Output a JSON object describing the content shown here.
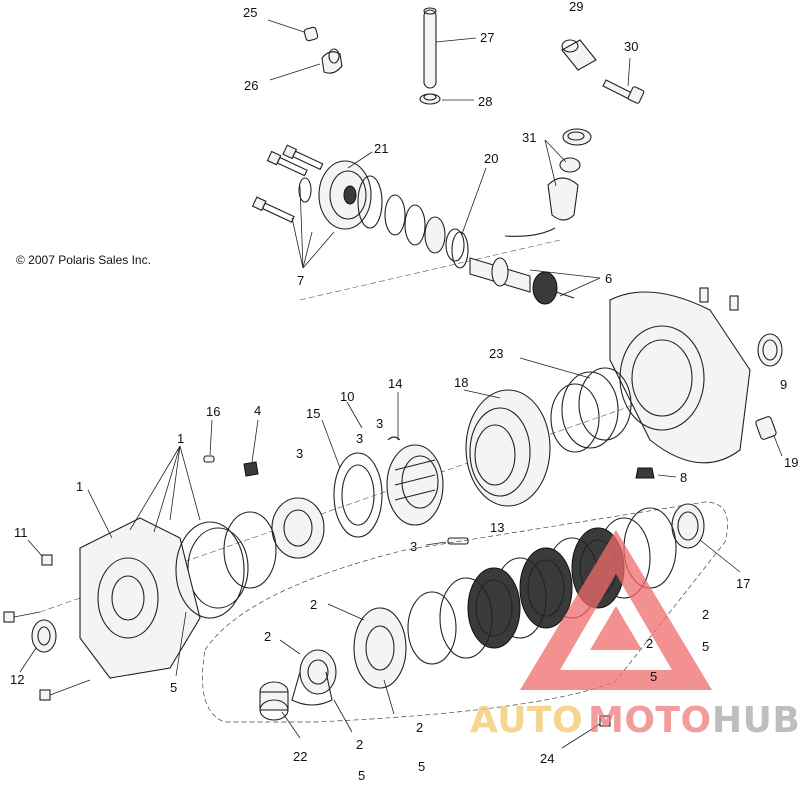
{
  "copyright": "© 2007 Polaris Sales Inc.",
  "watermark": {
    "words": [
      "AUTO",
      "MOTO",
      "HUB"
    ],
    "colors": {
      "auto": "#f2c76b",
      "moto": "#f07b7b",
      "hub": "#a9a9a9",
      "logo": "#f06b6b"
    }
  },
  "callouts": [
    {
      "id": "c25",
      "label": "25"
    },
    {
      "id": "c29",
      "label": "29"
    },
    {
      "id": "c27",
      "label": "27"
    },
    {
      "id": "c30",
      "label": "30"
    },
    {
      "id": "c26",
      "label": "26"
    },
    {
      "id": "c28",
      "label": "28"
    },
    {
      "id": "c31",
      "label": "31"
    },
    {
      "id": "c21",
      "label": "21"
    },
    {
      "id": "c20",
      "label": "20"
    },
    {
      "id": "c6",
      "label": "6"
    },
    {
      "id": "c7",
      "label": "7"
    },
    {
      "id": "c23",
      "label": "23"
    },
    {
      "id": "c18",
      "label": "18"
    },
    {
      "id": "c14",
      "label": "14"
    },
    {
      "id": "c10",
      "label": "10"
    },
    {
      "id": "c15",
      "label": "15"
    },
    {
      "id": "c16",
      "label": "16"
    },
    {
      "id": "c4",
      "label": "4"
    },
    {
      "id": "c9",
      "label": "9"
    },
    {
      "id": "c19",
      "label": "19"
    },
    {
      "id": "c8",
      "label": "8"
    },
    {
      "id": "c1a",
      "label": "1"
    },
    {
      "id": "c3a",
      "label": "3"
    },
    {
      "id": "c3b",
      "label": "3"
    },
    {
      "id": "c3c",
      "label": "3"
    },
    {
      "id": "c1b",
      "label": "1"
    },
    {
      "id": "c11",
      "label": "11"
    },
    {
      "id": "c13",
      "label": "13"
    },
    {
      "id": "c3d",
      "label": "3"
    },
    {
      "id": "c17",
      "label": "17"
    },
    {
      "id": "c2a",
      "label": "2"
    },
    {
      "id": "c2b",
      "label": "2"
    },
    {
      "id": "c2c",
      "label": "2"
    },
    {
      "id": "c2d",
      "label": "2"
    },
    {
      "id": "c2e",
      "label": "2"
    },
    {
      "id": "c2f",
      "label": "2"
    },
    {
      "id": "c5a",
      "label": "5"
    },
    {
      "id": "c5b",
      "label": "5"
    },
    {
      "id": "c5c",
      "label": "5"
    },
    {
      "id": "c5d",
      "label": "5"
    },
    {
      "id": "c12",
      "label": "12"
    },
    {
      "id": "c22",
      "label": "22"
    },
    {
      "id": "c24",
      "label": "24"
    },
    {
      "id": "c5e",
      "label": "5"
    }
  ]
}
